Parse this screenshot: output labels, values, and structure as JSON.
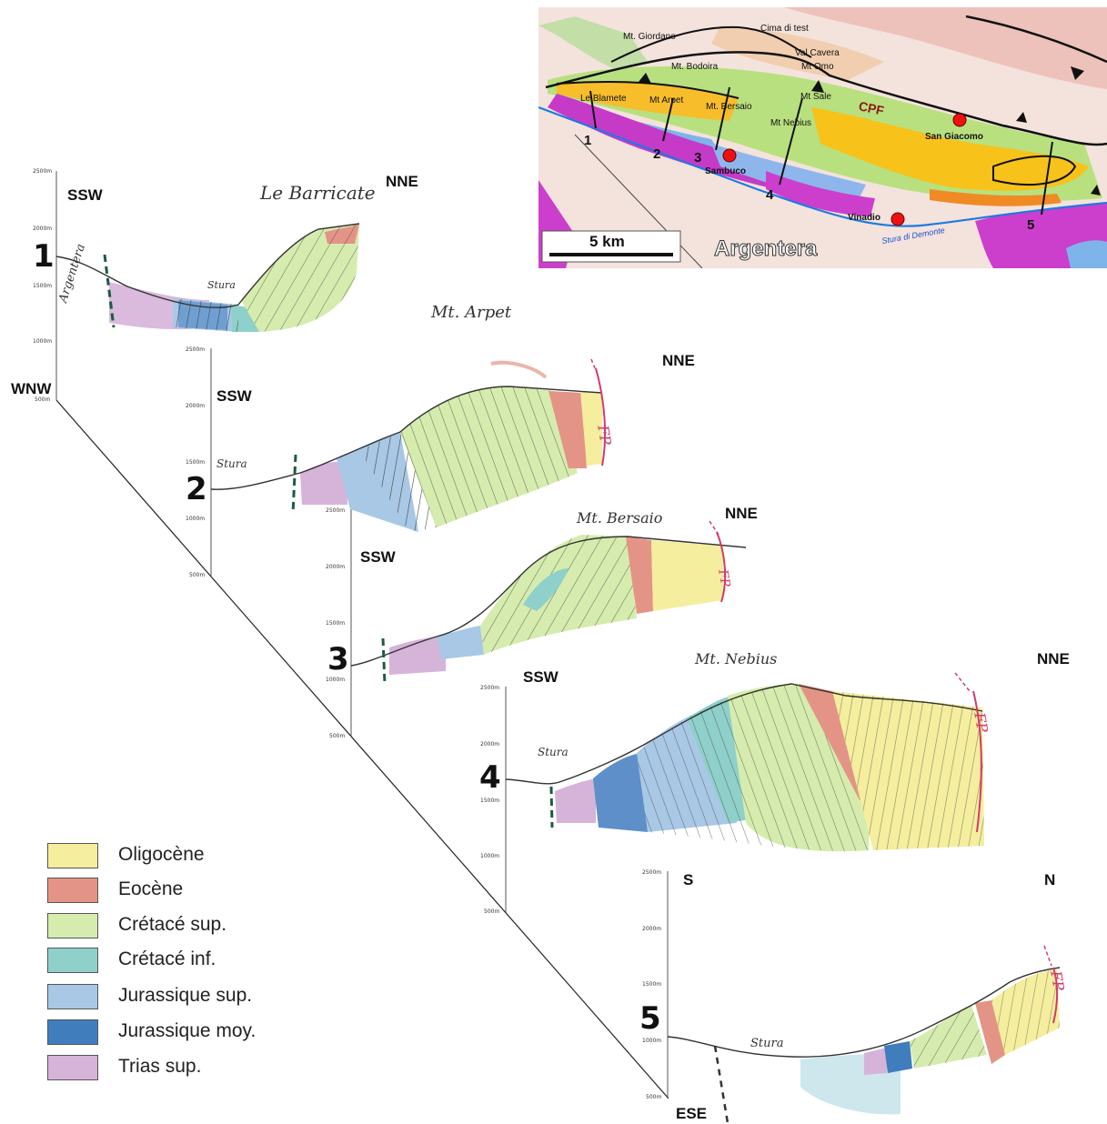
{
  "sections": [
    {
      "number": "1",
      "left": "SSW",
      "right": "NNE",
      "title": "Le Barricate",
      "labels": [
        "Argentera",
        "Stura"
      ],
      "ticks": [
        "2500m",
        "2000m",
        "1500m",
        "1000m",
        "500m"
      ]
    },
    {
      "number": "2",
      "left": "SSW",
      "right": "NNE",
      "title": "Mt. Arpet",
      "labels": [
        "Stura",
        "FP"
      ],
      "ticks": [
        "2500m",
        "2000m",
        "1500m",
        "1000m",
        "500m"
      ]
    },
    {
      "number": "3",
      "left": "SSW",
      "right": "NNE",
      "title": "Mt. Bersaio",
      "labels": [
        "FP"
      ],
      "ticks": [
        "2500m",
        "2000m",
        "1500m",
        "1000m",
        "500m"
      ]
    },
    {
      "number": "4",
      "left": "SSW",
      "right": "NNE",
      "title": "Mt. Nebius",
      "labels": [
        "Stura",
        "FP"
      ],
      "ticks": [
        "2500m",
        "2000m",
        "1500m",
        "1000m",
        "500m"
      ]
    },
    {
      "number": "5",
      "left": "S",
      "right": "N",
      "title": "",
      "labels": [
        "Stura",
        "FP"
      ],
      "ticks": [
        "2500m",
        "2000m",
        "1500m",
        "1000m",
        "500m"
      ]
    }
  ],
  "baseline": {
    "start": "WNW",
    "end": "ESE"
  },
  "legend": [
    {
      "label": "Oligocène",
      "color": "#f4ee9e"
    },
    {
      "label": "Eocène",
      "color": "#e49486"
    },
    {
      "label": "Crétacé sup.",
      "color": "#d6ecae"
    },
    {
      "label": "Crétacé inf.",
      "color": "#8fd0ca"
    },
    {
      "label": "Jurassique sup.",
      "color": "#a9c8e6"
    },
    {
      "label": "Jurassique moy.",
      "color": "#3f7dbd"
    },
    {
      "label": "Trias sup.",
      "color": "#d6b3d9"
    }
  ],
  "map": {
    "scale": "5 km",
    "region": "Argentera",
    "river": "Stura di Demonte",
    "fault": "CPF",
    "peaks": [
      "Cima di test",
      "Mt. Giordano",
      "Val Cavera",
      "Mt Omo",
      "Mt. Bodoira",
      "Le Blamete",
      "Mt Arpet",
      "Mt. Bersaio",
      "Mt Sale",
      "Mt Nebius"
    ],
    "towns": [
      "Sambuco",
      "Vinadio",
      "San Giacomo"
    ],
    "section_numbers": [
      "1",
      "2",
      "3",
      "4",
      "5"
    ]
  }
}
